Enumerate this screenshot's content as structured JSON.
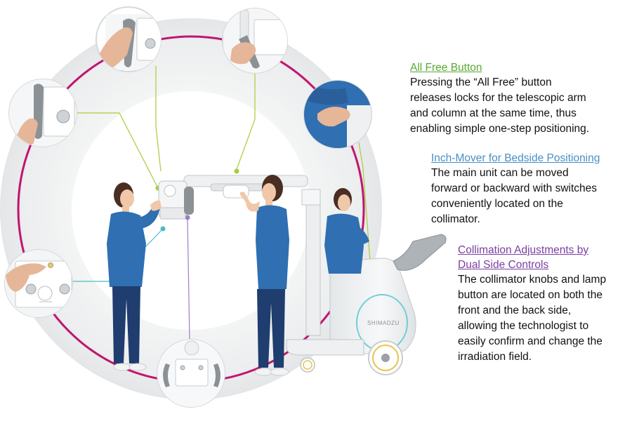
{
  "colors": {
    "ring_magenta": "#c0156e",
    "title_green": "#5aa832",
    "title_blue": "#4a8fc4",
    "title_purple": "#7a3fa0",
    "leader_green": "#a8cc3a",
    "leader_teal": "#4bbcc4",
    "leader_purple": "#9c7ec6",
    "scrub_blue": "#2f6fb2",
    "scrub_navy": "#1f3d6e",
    "machine_white": "#f1f3f4",
    "machine_grey": "#9aa0a6",
    "accent_cyan": "#6fd0d6"
  },
  "callouts": [
    {
      "title": "All Free Button",
      "body": [
        "Pressing the “All Free” button",
        "releases locks for the telescopic arm",
        "and column at the same time, thus",
        "enabling simple one-step positioning."
      ]
    },
    {
      "title": "Inch-Mover for Bedside Positioning",
      "body": [
        "The main unit can be moved",
        "forward or backward with switches",
        "conveniently located on the",
        "collimator."
      ]
    },
    {
      "title_lines": [
        "Collimation Adjustments by",
        "Dual Side Controls"
      ],
      "body": [
        "The collimator knobs and lamp",
        "button are located on both the",
        "front and the back side,",
        "allowing the technologist to",
        "easily confirm and change the",
        "irradiation field."
      ]
    }
  ],
  "machine": {
    "brand": "SHIMADZU"
  },
  "icons": [
    "handle-grip-icon",
    "collimator-knob-icon",
    "lamp-button-icon",
    "hand-icon",
    "wheel-icon"
  ]
}
